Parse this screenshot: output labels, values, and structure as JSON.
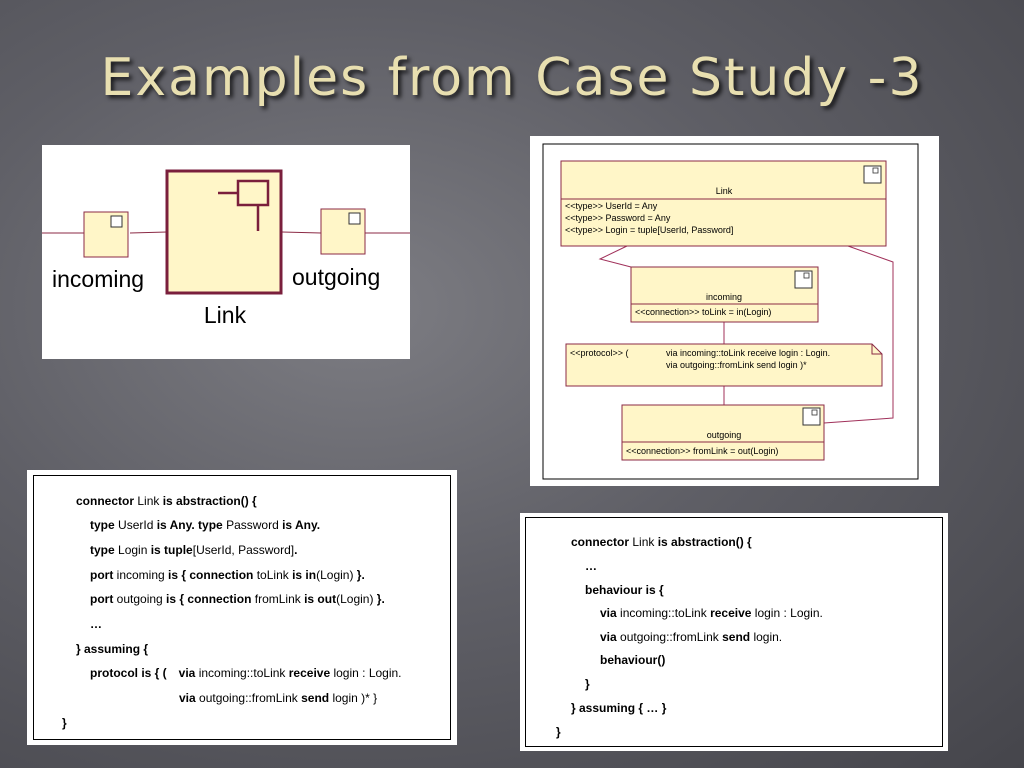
{
  "slide": {
    "title": "Examples from Case Study -3"
  },
  "diagram1": {
    "incoming_label": "incoming",
    "outgoing_label": "outgoing",
    "link_label": "Link"
  },
  "diagram2": {
    "link_title": "Link",
    "link_attrs": [
      "<<type>> UserId = Any",
      "<<type>> Password = Any",
      "<<type>> Login = tuple[UserId, Password]"
    ],
    "incoming_title": "incoming",
    "incoming_conn": "<<connection>> toLink = in(Login)",
    "protocol_prefix": "<<protocol>> (",
    "protocol_line1": "via incoming::toLink receive login : Login.",
    "protocol_line2": "via outgoing::fromLink send login )*",
    "outgoing_title": "outgoing",
    "outgoing_conn": "<<connection>> fromLink = out(Login)"
  },
  "code1": {
    "l1_k1": "connector",
    "l1_n1": " Link ",
    "l1_k2": "is abstraction() {",
    "l2_k1": "type",
    "l2_n1": " UserId ",
    "l2_k2": "is Any. type",
    "l2_n2": " Password ",
    "l2_k3": "is Any.",
    "l3_k1": "type",
    "l3_n1": " Login ",
    "l3_k2": "is tuple",
    "l3_n2": "[UserId, Password]",
    "l3_k3": ".",
    "l4_k1": "port",
    "l4_n1": " incoming ",
    "l4_k2": "is { connection",
    "l4_n2": " toLink ",
    "l4_k3": "is in",
    "l4_n3": "(Login) ",
    "l4_k4": "}.",
    "l5_k1": "port",
    "l5_n1": " outgoing ",
    "l5_k2": "is { connection",
    "l5_n2": " fromLink ",
    "l5_k3": "is out",
    "l5_n3": "(Login) ",
    "l5_k4": "}.",
    "l6": "…",
    "l7": "} assuming {",
    "l8_k1": "protocol is { (",
    "l8_k2": "via",
    "l8_n1": " incoming::toLink ",
    "l8_k3": "receive",
    "l8_n2": " login : Login.",
    "l9_k1": "via",
    "l9_n1": " outgoing::fromLink ",
    "l9_k2": "send",
    "l9_n2": " login )* }",
    "l10": "}"
  },
  "code2": {
    "l1_k1": "connector",
    "l1_n1": " Link ",
    "l1_k2": "is abstraction() {",
    "l2": "…",
    "l3": "behaviour is {",
    "l4_k1": "via",
    "l4_n1": " incoming::toLink ",
    "l4_k2": "receive",
    "l4_n2": " login : Login.",
    "l5_k1": "via",
    "l5_n1": " outgoing::fromLink ",
    "l5_k2": "send",
    "l5_n2": " login.",
    "l6": "behaviour()",
    "l7": "}",
    "l8": "} assuming { … }",
    "l9": "}"
  }
}
